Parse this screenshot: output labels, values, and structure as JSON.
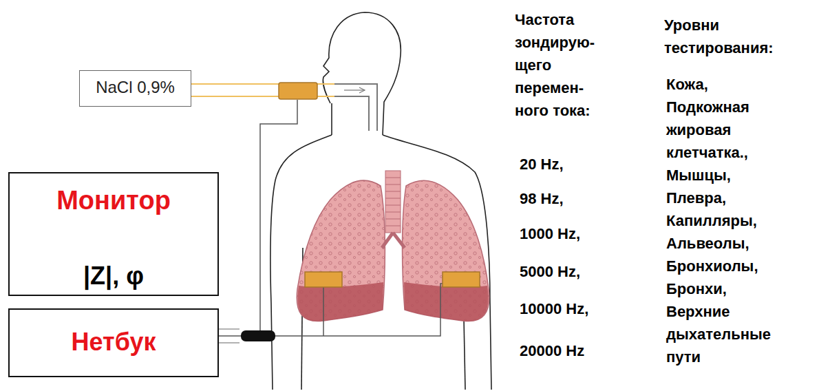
{
  "diagram": {
    "nodes": [
      {
        "text": [
          "NaCl 0,9%"
        ]
      },
      {
        "text": [
          "Монитор",
          "|Z|, φ"
        ]
      },
      {
        "text": [
          "Нетбук"
        ]
      }
    ],
    "labels": [
      "Частота зондирую- щего перемен- ного тока:",
      "20 Hz,",
      "98 Hz,",
      "1000 Hz,",
      "5000 Hz,",
      "10000 Hz,",
      "20000 Hz",
      "Уровни тестирования:",
      "Кожа,",
      "Подкожная жировая клетчатка.,",
      "Мышцы,",
      "Плевра,",
      "Капилляры,",
      "Альвеолы,",
      "Бронхиолы,",
      "Бронхи,",
      "Верхние дыхательные пути"
    ]
  }
}
